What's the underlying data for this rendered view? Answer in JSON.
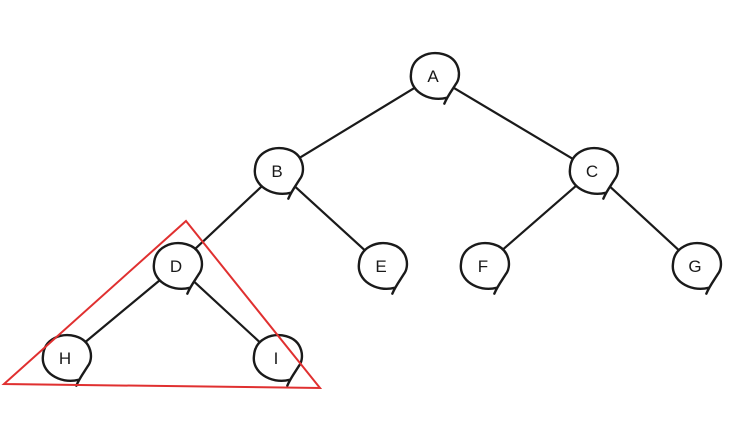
{
  "diagram": {
    "type": "binary-tree",
    "nodes": [
      {
        "id": "A",
        "label": "A"
      },
      {
        "id": "B",
        "label": "B"
      },
      {
        "id": "C",
        "label": "C"
      },
      {
        "id": "D",
        "label": "D"
      },
      {
        "id": "E",
        "label": "E"
      },
      {
        "id": "F",
        "label": "F"
      },
      {
        "id": "G",
        "label": "G"
      },
      {
        "id": "H",
        "label": "H"
      },
      {
        "id": "I",
        "label": "I"
      }
    ],
    "edges": [
      {
        "from": "A",
        "to": "B"
      },
      {
        "from": "A",
        "to": "C"
      },
      {
        "from": "B",
        "to": "D"
      },
      {
        "from": "B",
        "to": "E"
      },
      {
        "from": "C",
        "to": "F"
      },
      {
        "from": "C",
        "to": "G"
      },
      {
        "from": "D",
        "to": "H"
      },
      {
        "from": "D",
        "to": "I"
      }
    ],
    "highlight": {
      "subtree_root": "D",
      "members": [
        "D",
        "H",
        "I"
      ],
      "color": "#e03030"
    },
    "colors": {
      "stroke": "#1a1a1a",
      "background": "#ffffff"
    }
  }
}
